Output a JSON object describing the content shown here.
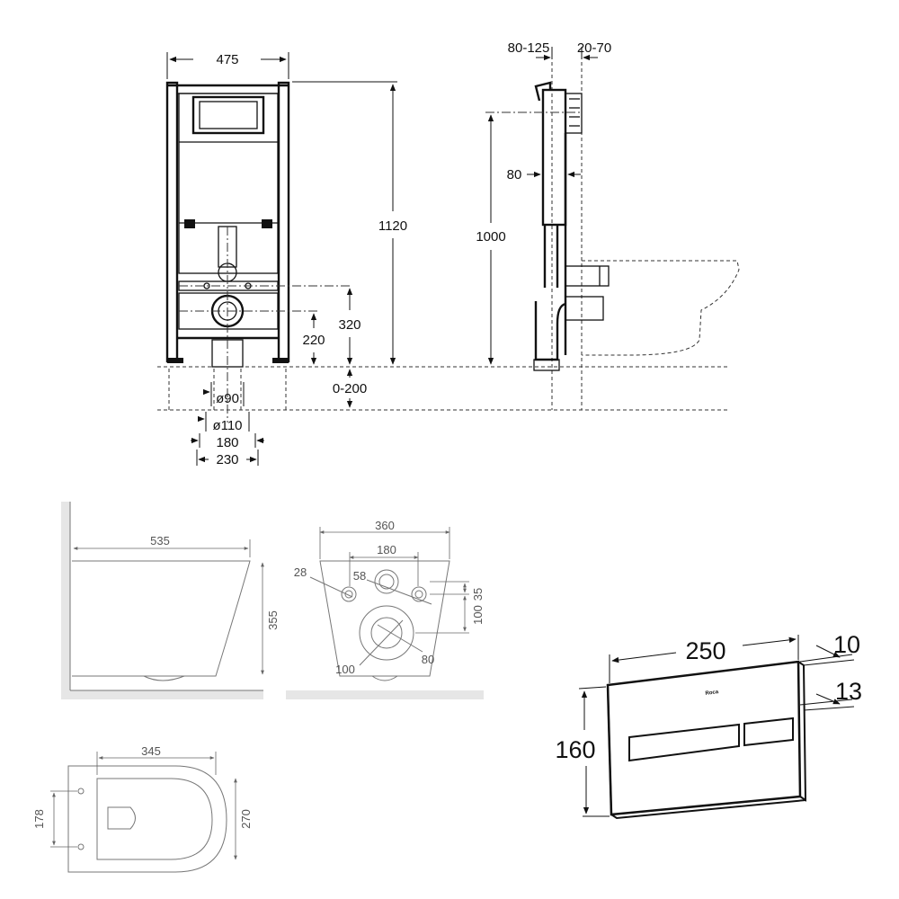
{
  "frame_view": {
    "width_475": "475",
    "height_1120": "1120",
    "height_320": "320",
    "height_220": "220",
    "range_0_200": "0-200",
    "dia_90": "ø90",
    "dia_110": "ø110",
    "width_180": "180",
    "width_230": "230"
  },
  "side_view": {
    "depth_80_125": "80-125",
    "depth_20_70": "20-70",
    "offset_80": "80",
    "height_1000": "1000"
  },
  "pan_side_view": {
    "length_535": "535",
    "height_355": "355"
  },
  "pan_rear_view": {
    "width_360": "360",
    "spacing_180": "180",
    "hole_28": "28",
    "hole_58": "58",
    "offset_35": "35",
    "height_100": "100",
    "outlet_100": "100",
    "outlet_80": "80"
  },
  "pan_top_view": {
    "width_345": "345",
    "fixing_178": "178",
    "depth_270": "270"
  },
  "flush_plate": {
    "width_250": "250",
    "height_160": "160",
    "thickness_10": "10",
    "thickness_13": "13",
    "brand_mark": "Roca",
    "plate_fill": "#ffffff",
    "outline_color": "#111111"
  }
}
